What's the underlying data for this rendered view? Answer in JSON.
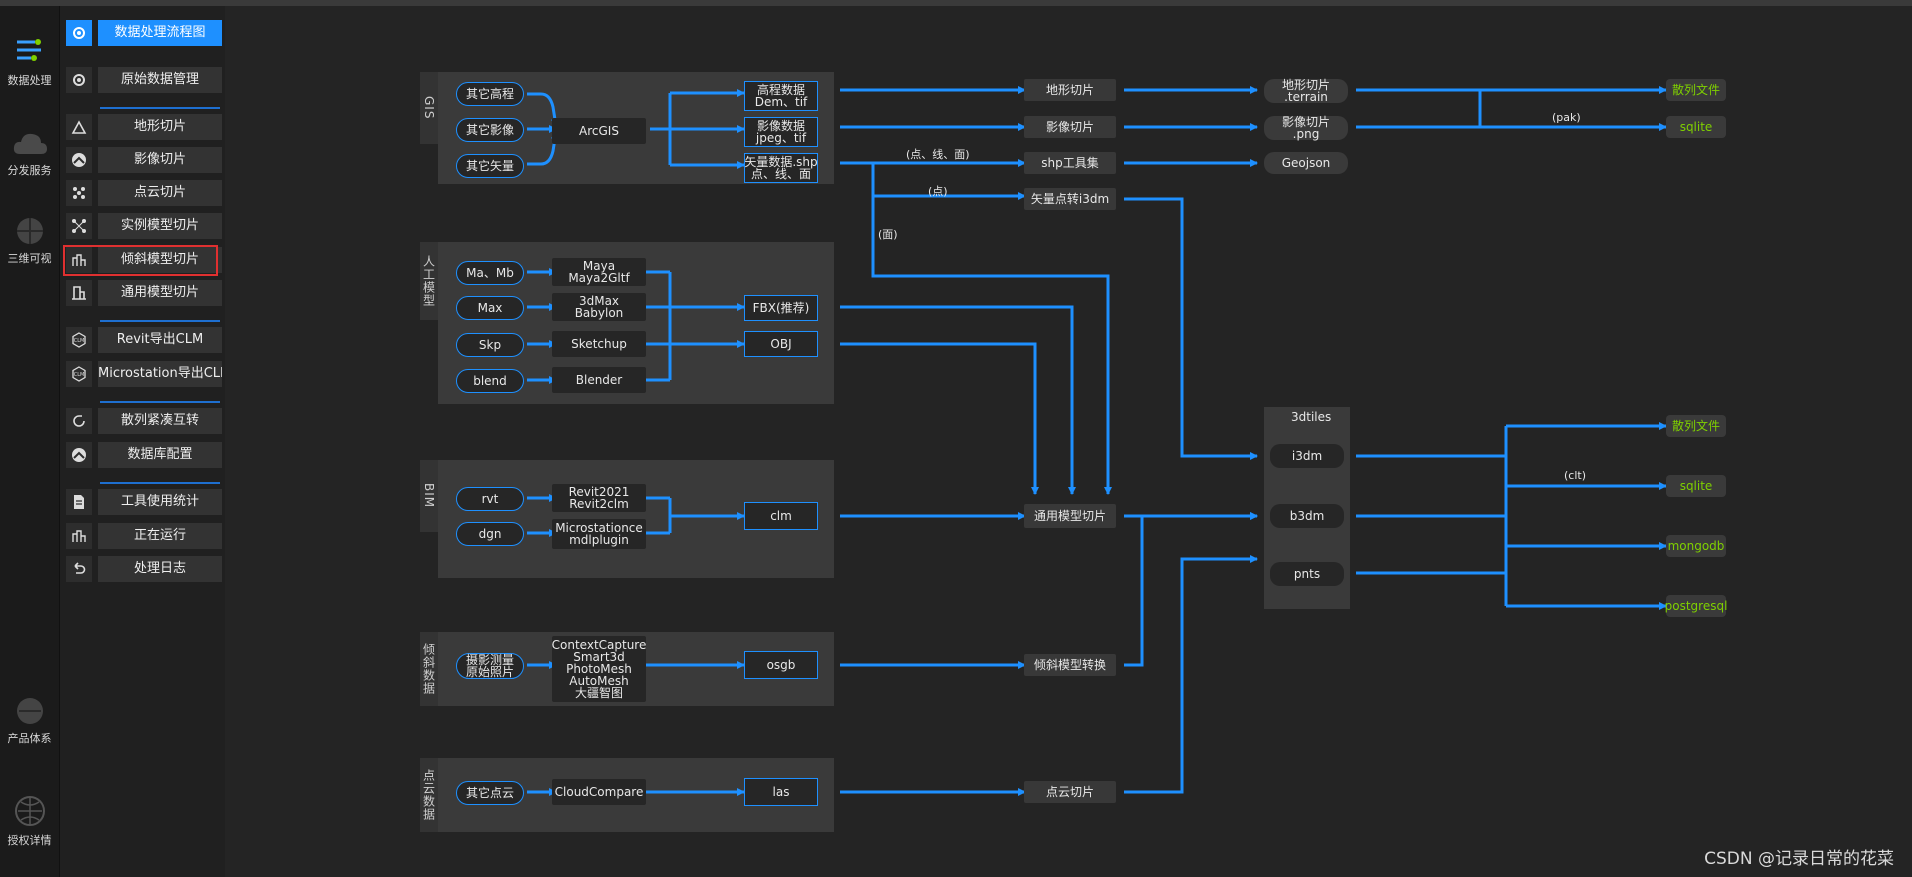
{
  "rail": [
    {
      "label": "数据处理",
      "icon": "data-process-icon"
    },
    {
      "label": "分发服务",
      "icon": "cloud-icon"
    },
    {
      "label": "三维可视",
      "icon": "globe-icon"
    },
    {
      "label": "产品体系",
      "icon": "product-icon"
    },
    {
      "label": "授权详情",
      "icon": "license-icon"
    }
  ],
  "menu": [
    {
      "label": "数据处理流程图",
      "icon": "gear-icon"
    },
    {
      "label": "原始数据管理",
      "icon": "gear-icon"
    },
    {
      "label": "地形切片",
      "icon": "terrain-icon"
    },
    {
      "label": "影像切片",
      "icon": "image-icon"
    },
    {
      "label": "点云切片",
      "icon": "pointcloud-icon"
    },
    {
      "label": "实例模型切片",
      "icon": "instance-icon"
    },
    {
      "label": "倾斜模型切片",
      "icon": "oblique-icon"
    },
    {
      "label": "通用模型切片",
      "icon": "model-icon"
    },
    {
      "label": "Revit导出CLM",
      "icon": "revit-icon"
    },
    {
      "label": "Microstation导出CLM",
      "icon": "microstation-icon"
    },
    {
      "label": "散列紧凑互转",
      "icon": "refresh-icon"
    },
    {
      "label": "数据库配置",
      "icon": "database-icon"
    },
    {
      "label": "工具使用统计",
      "icon": "document-icon"
    },
    {
      "label": "正在运行",
      "icon": "chart-icon"
    },
    {
      "label": "处理日志",
      "icon": "undo-icon"
    }
  ],
  "panels": {
    "gis": "GIS",
    "manual": "人工模型",
    "bim": "BIM",
    "oblique": "倾斜数据",
    "pointcloud": "点云数据"
  },
  "nodes": {
    "other_elev": "其它高程",
    "other_img": "其它影像",
    "other_vec": "其它矢量",
    "arcgis": "ArcGIS",
    "elev_data": [
      "高程数据",
      "Dem、tif"
    ],
    "img_data": [
      "影像数据",
      "jpeg、tif"
    ],
    "vec_data": [
      "矢量数据.shp",
      "点、线、面"
    ],
    "ma_mb": "Ma、Mb",
    "max": "Max",
    "skp": "Skp",
    "blend": "blend",
    "maya": [
      "Maya",
      "Maya2Gltf"
    ],
    "max3d": [
      "3dMax",
      "Babylon"
    ],
    "sketchup": "Sketchup",
    "blender": "Blender",
    "fbx": "FBX(推荐)",
    "obj": "OBJ",
    "rvt": "rvt",
    "dgn": "dgn",
    "revit": [
      "Revit2021",
      "Revit2clm"
    ],
    "microstation": [
      "Microstationce",
      "mdlplugin"
    ],
    "clm": "clm",
    "photo": [
      "摄影测量",
      "原始照片"
    ],
    "cc": [
      "ContextCapture",
      "Smart3d",
      "PhotoMesh",
      "AutoMesh",
      "大疆智图"
    ],
    "osgb": "osgb",
    "other_pc": "其它点云",
    "cloudcompare": "CloudCompare",
    "las": "las",
    "terrain_tile": "地形切片",
    "image_tile": "影像切片",
    "shp_tool": "shp工具集",
    "vec_3dm": "矢量点转i3dm",
    "general_tile": "通用模型切片",
    "oblique_conv": "倾斜模型转换",
    "pc_tile": "点云切片",
    "terrain_out": [
      "地形切片",
      ".terrain"
    ],
    "image_out": [
      "影像切片",
      ".png"
    ],
    "geojson": "Geojson",
    "tiles_title": "3dtiles",
    "i3dm": "i3dm",
    "b3dm": "b3dm",
    "pnts": "pnts",
    "hash1": "散列文件",
    "sqlite1": "sqlite",
    "hash2": "散列文件",
    "sqlite2": "sqlite",
    "mongodb": "mongodb",
    "postgresql": "postgresql"
  },
  "labels": {
    "pak": "(pak)",
    "plm": "(点、线、面)",
    "pt": "(点)",
    "mian": "(面)",
    "clt": "(clt)"
  },
  "watermark": "CSDN @记录日常的花菜",
  "colors": {
    "accent": "#1e90ff",
    "green": "#7fd000",
    "highlight": "#e03030"
  }
}
